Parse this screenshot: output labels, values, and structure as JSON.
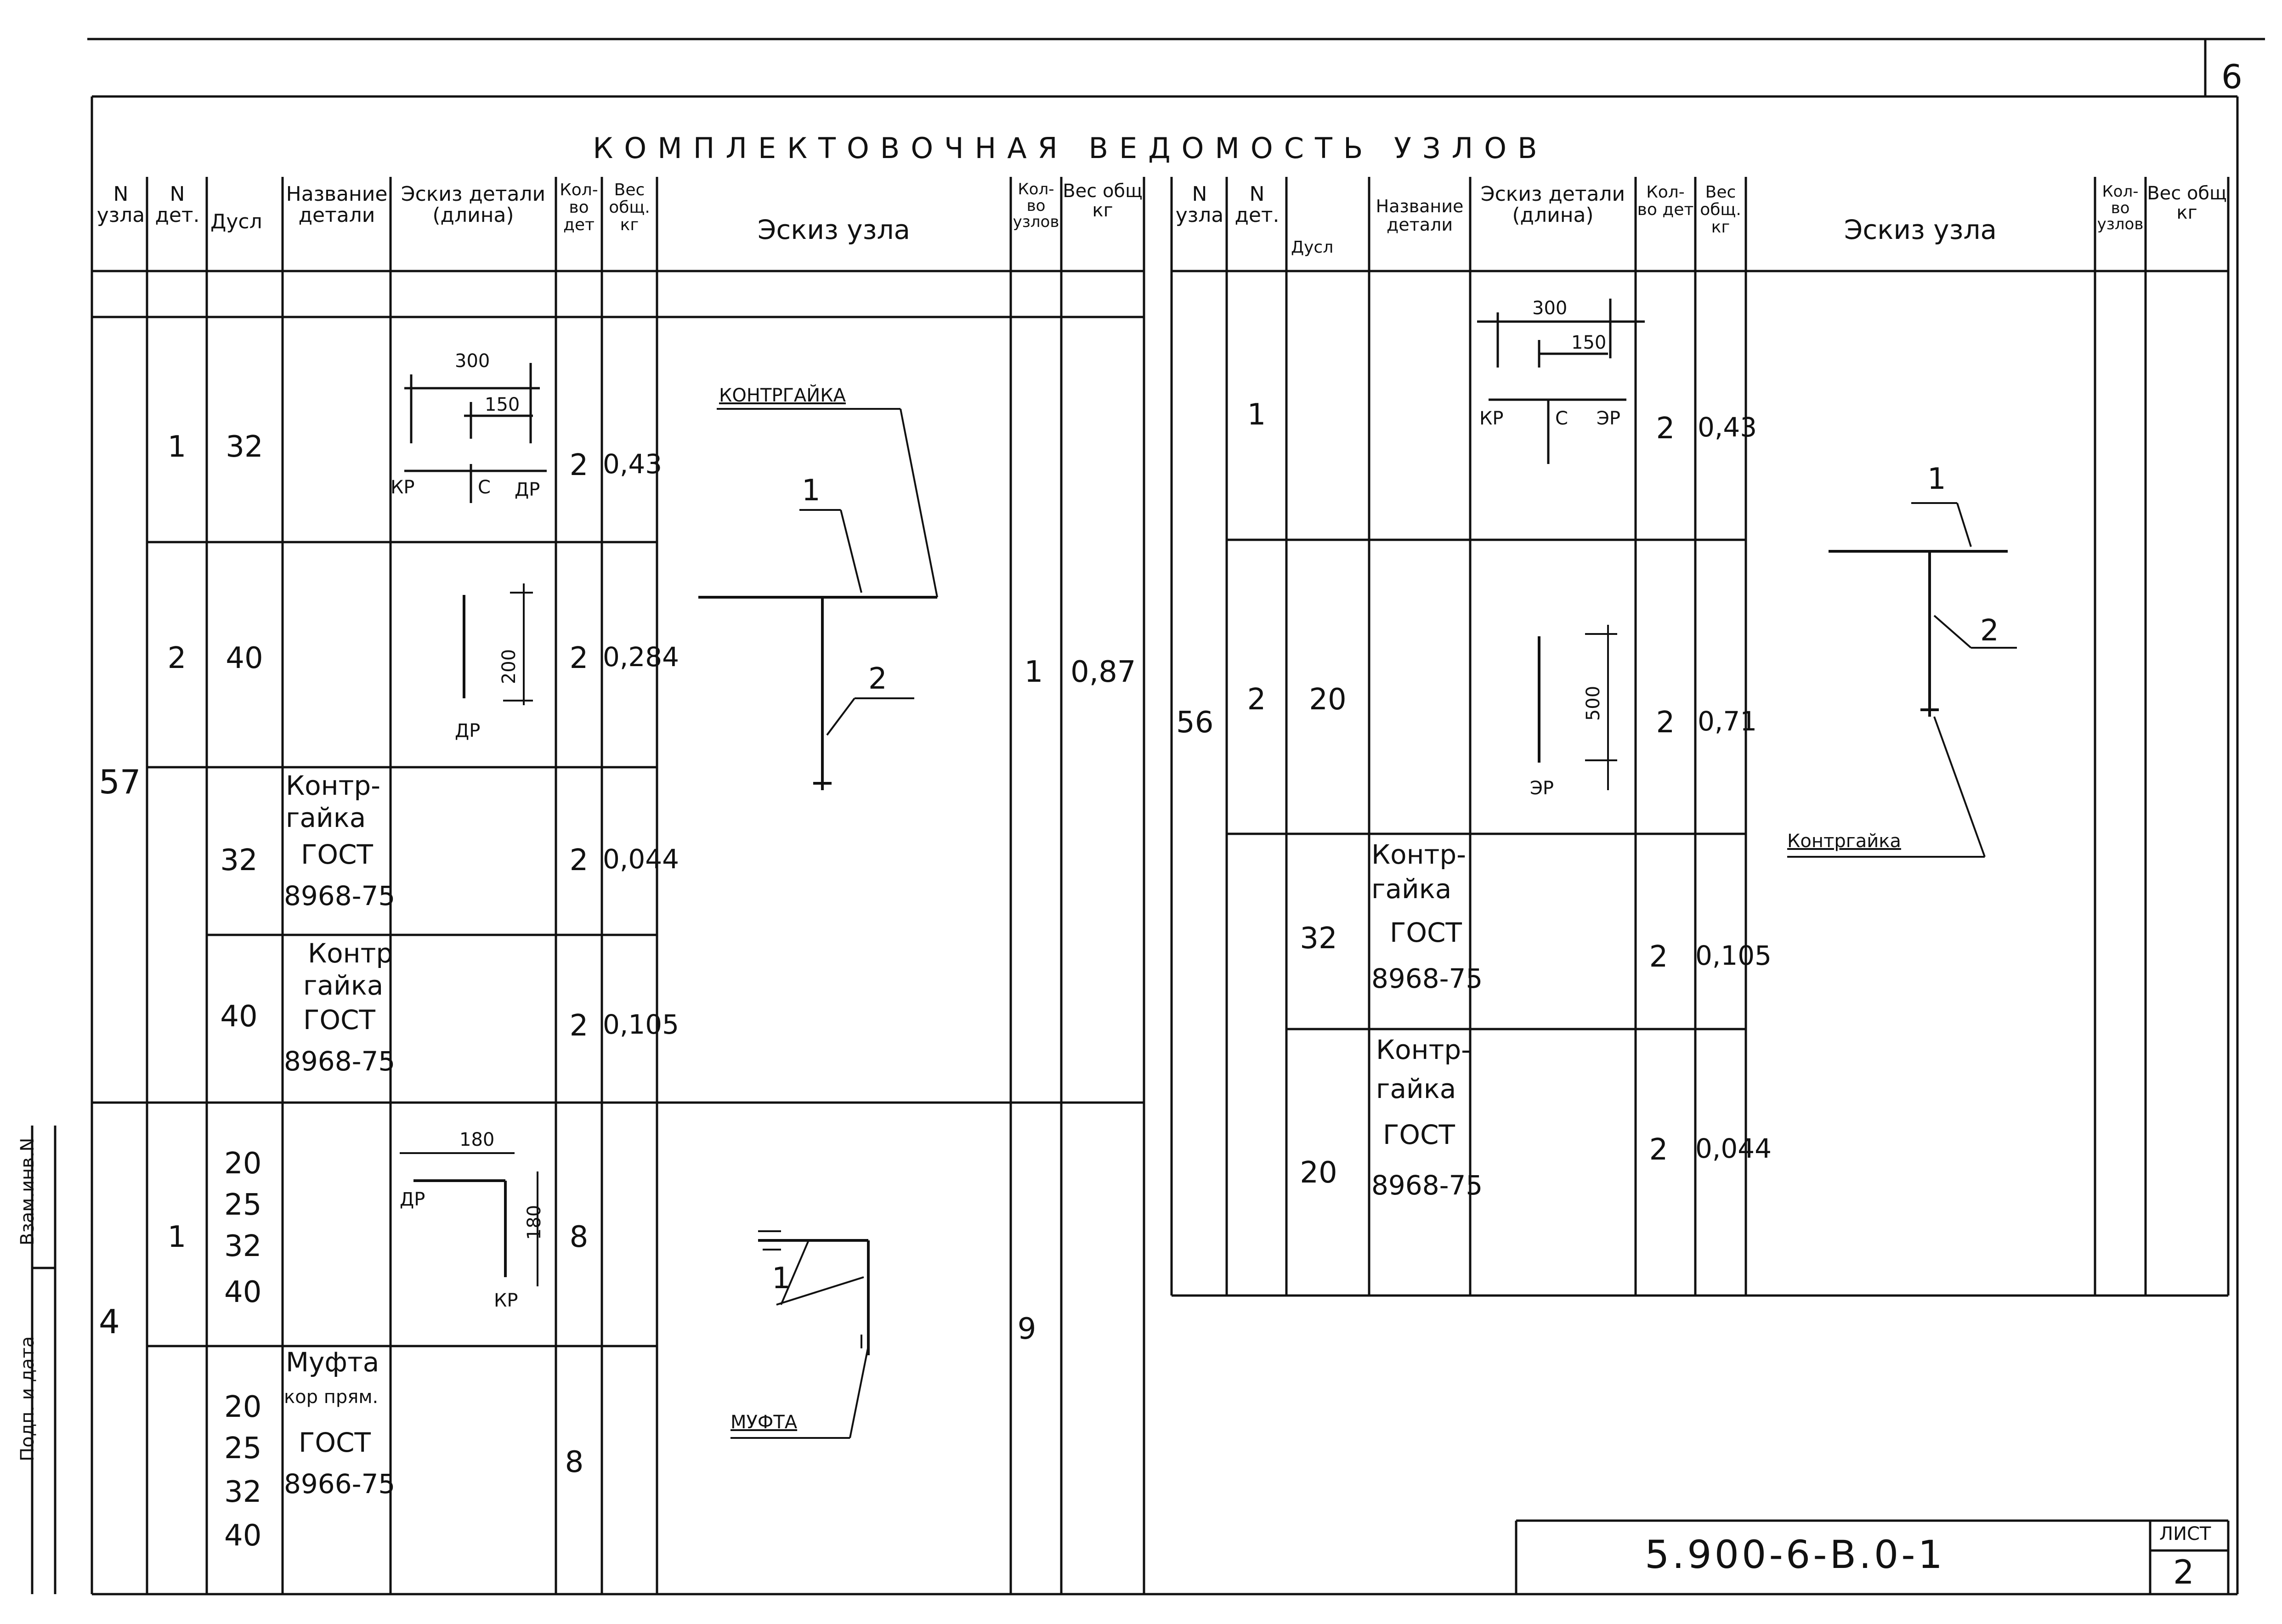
{
  "sheet_number_top": "6",
  "title": "КОМПЛЕКТОВОЧНАЯ ВЕДОМОСТЬ УЗЛОВ",
  "columns": {
    "node_no": "N узла",
    "part_no": "N дет.",
    "du": "Дусл",
    "part_name": "Название детали",
    "part_sketch": "Эскиз детали (длина)",
    "part_qty": "Кол-во дет",
    "weight": "Вес общ. кг",
    "node_sketch": "Эскиз узла",
    "node_qty": "Кол-во узлов",
    "node_weight": "Вес общ кг"
  },
  "left_table": {
    "node57": {
      "node": "57",
      "node_qty": "1",
      "node_weight": "0,87",
      "rows": [
        {
          "part": "1",
          "du": "32",
          "name": "",
          "qty": "2",
          "weight": "0,43"
        },
        {
          "part": "2",
          "du": "40",
          "name": "",
          "qty": "2",
          "weight": "0,284"
        },
        {
          "part": "",
          "du": "32",
          "name": [
            "Контр-",
            "гайка",
            "ГОСТ",
            "8968-75"
          ],
          "qty": "2",
          "weight": "0,044"
        },
        {
          "part": "",
          "du": "40",
          "name": [
            "Контр",
            "гайка",
            "ГОСТ",
            "8968-75"
          ],
          "qty": "2",
          "weight": "0,105"
        }
      ],
      "sketch_labels": {
        "kontrgaika": "КОНТРГАЙКА",
        "p1": "1",
        "p2": "2"
      },
      "part1_dims": {
        "a": "300",
        "b": "150",
        "kp": "КР",
        "c": "С",
        "dp": "ДР"
      },
      "part2_dims": {
        "a": "200",
        "dp": "ДР"
      }
    },
    "node4": {
      "node": "4",
      "node_qty": "9",
      "rows": [
        {
          "part": "1",
          "du": [
            "20",
            "25",
            "32",
            "40"
          ],
          "name": "",
          "qty": "8",
          "weight": ""
        },
        {
          "part": "",
          "du": [
            "20",
            "25",
            "32",
            "40"
          ],
          "name": [
            "Муфта",
            "кор прям.",
            "ГОСТ",
            "8966-75"
          ],
          "qty": "8",
          "weight": ""
        }
      ],
      "sketch_labels": {
        "mufta": "МУФТА",
        "p1": "1"
      },
      "part1_dims": {
        "a": "180",
        "b": "180",
        "dp": "ДР",
        "kp": "КР"
      }
    }
  },
  "right_table": {
    "node56": {
      "node": "56",
      "rows": [
        {
          "part": "1",
          "du": "",
          "name": "",
          "qty": "2",
          "weight": "0,43"
        },
        {
          "part": "2",
          "du": "20",
          "name": "",
          "qty": "2",
          "weight": "0,71"
        },
        {
          "part": "",
          "du": "32",
          "name": [
            "Контр-",
            "гайка",
            "ГОСТ",
            "8968-75"
          ],
          "qty": "2",
          "weight": "0,105"
        },
        {
          "part": "",
          "du": "20",
          "name": [
            "Контр-",
            "гайка",
            "ГОСТ",
            "8968-75"
          ],
          "qty": "2",
          "weight": "0,044"
        }
      ],
      "sketch_labels": {
        "kontrgaika": "Контргайка",
        "p1": "1",
        "p2": "2"
      },
      "part1_dims": {
        "a": "300",
        "b": "150",
        "kp": "КР",
        "c": "С",
        "dp": "ЭР"
      },
      "part2_dims": {
        "a": "500",
        "dp": "ЭР"
      }
    }
  },
  "side_stamp": {
    "a": "Подп. и дата",
    "b": "Взам.инв.N"
  },
  "stamp": {
    "code": "5.900-6-В.0-1",
    "sheet_label": "ЛИСТ",
    "sheet_no": "2"
  }
}
